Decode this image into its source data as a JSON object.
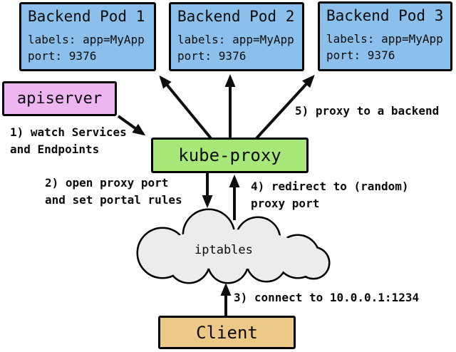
{
  "pods": [
    {
      "title": "Backend Pod 1",
      "labels": "labels: app=MyApp",
      "port": "port: 9376"
    },
    {
      "title": "Backend Pod 2",
      "labels": "labels: app=MyApp",
      "port": "port: 9376"
    },
    {
      "title": "Backend Pod 3",
      "labels": "labels: app=MyApp",
      "port": "port: 9376"
    }
  ],
  "nodes": {
    "apiserver": {
      "label": "apiserver"
    },
    "kube_proxy": {
      "label": "kube-proxy"
    },
    "iptables": {
      "label": "iptables"
    },
    "client": {
      "label": "Client"
    }
  },
  "steps": [
    {
      "lines": [
        "1) watch Services",
        "and Endpoints"
      ]
    },
    {
      "lines": [
        "2) open proxy port",
        "and set portal rules"
      ]
    },
    {
      "lines": [
        "3) connect to 10.0.0.1:1234"
      ]
    },
    {
      "lines": [
        "4) redirect to (random)",
        "proxy port"
      ]
    },
    {
      "lines": [
        "5) proxy to a backend"
      ]
    }
  ],
  "colors": {
    "pod_fill": "#8cc0ec",
    "apiserver_fill": "#eeb6f0",
    "kube_proxy_fill": "#a8e87a",
    "client_fill": "#edc987",
    "cloud_fill": "#ececec",
    "border": "#000000",
    "arrow": "#0d0d0d",
    "background": "#ffffff"
  }
}
